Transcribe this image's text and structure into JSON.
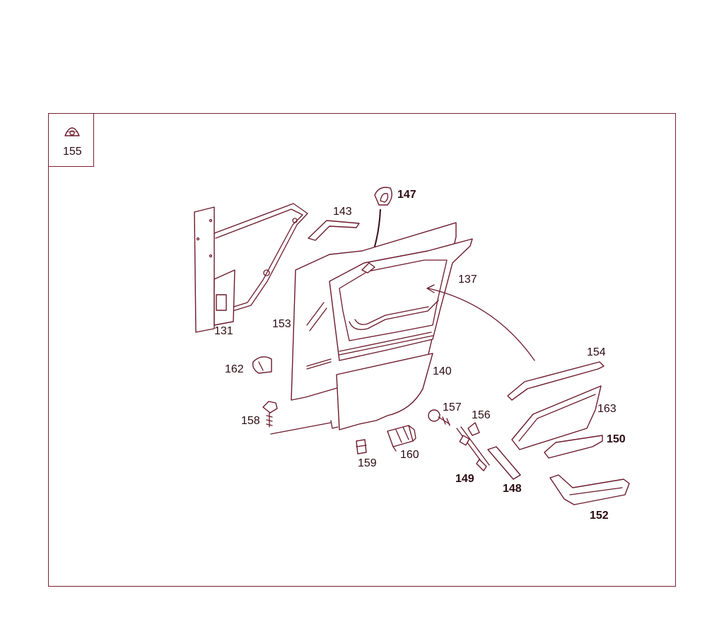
{
  "legend": {
    "label": "155"
  },
  "colors": {
    "line": "#6b1a2c",
    "frame": "#7a1f33",
    "text": "#2b0a12"
  },
  "labels": {
    "p131": "131",
    "p137": "137",
    "p140": "140",
    "p143": "143",
    "p147": "147",
    "p148": "148",
    "p149": "149",
    "p150": "150",
    "p152": "152",
    "p153": "153",
    "p154": "154",
    "p156": "156",
    "p157": "157",
    "p158": "158",
    "p159": "159",
    "p160": "160",
    "p162": "162",
    "p163": "163"
  }
}
